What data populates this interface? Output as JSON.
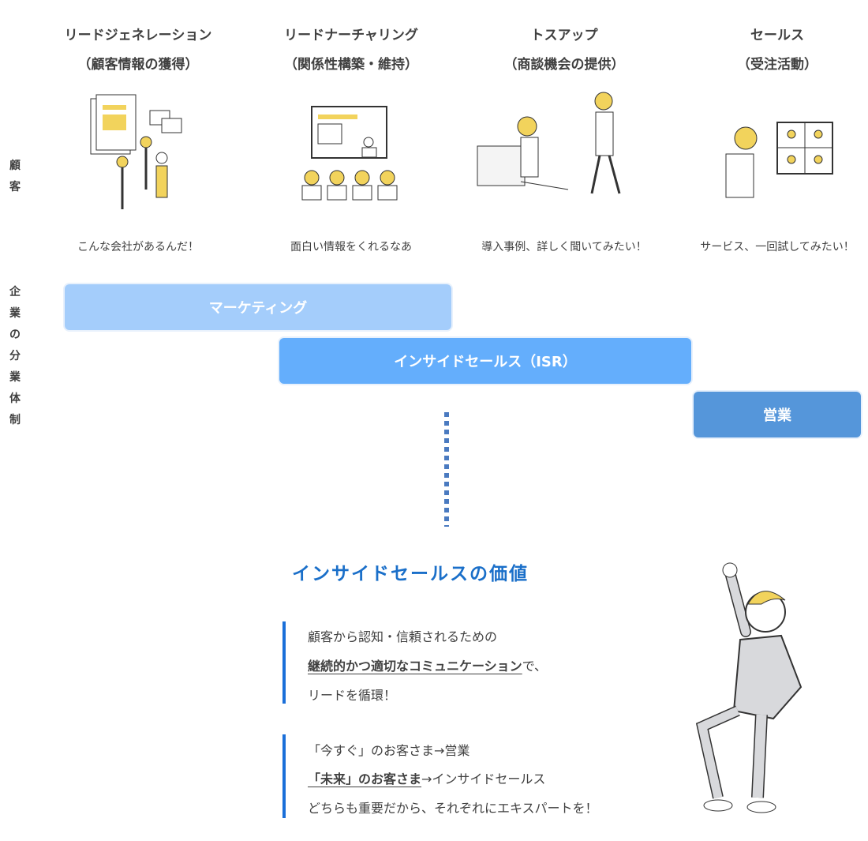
{
  "columns": [
    {
      "title": "リードジェネレーション",
      "subtitle": "（顧客情報の獲得）",
      "quote": "こんな会社があるんだ！"
    },
    {
      "title": "リードナーチャリング",
      "subtitle": "（関係性構築・維持）",
      "quote": "面白い情報をくれるなあ"
    },
    {
      "title": "トスアップ",
      "subtitle": "（商談機会の提供）",
      "quote": "導入事例、詳しく聞いてみたい！"
    },
    {
      "title": "セールス",
      "subtitle": "（受注活動）",
      "quote": "サービス、一回試してみたい！"
    }
  ],
  "side_labels": {
    "customer": "顧客",
    "company": "企業の分業体制"
  },
  "bars": {
    "marketing": "マーケティング",
    "isr": "インサイドセールス（ISR）",
    "sales": "営業"
  },
  "value": {
    "title": "インサイドセールスの価値",
    "block1": {
      "line1": "顧客から認知・信頼されるための",
      "line2_bold": "継続的かつ適切なコミュニケーション",
      "line2_rest": "で、",
      "line3": "リードを循環！"
    },
    "block2": {
      "line1": "「今すぐ」のお客さま→営業",
      "line2_bold": "「未来」のお客さま",
      "line2_rest": "→インサイドセールス",
      "line3": "どちらも重要だから、それぞれにエキスパートを！"
    }
  },
  "colors": {
    "marketing": "#a4cdfb",
    "isr": "#64aefc",
    "sales": "#5596da",
    "accent": "#1a6fc9",
    "illustration_yellow": "#f2d35c"
  }
}
